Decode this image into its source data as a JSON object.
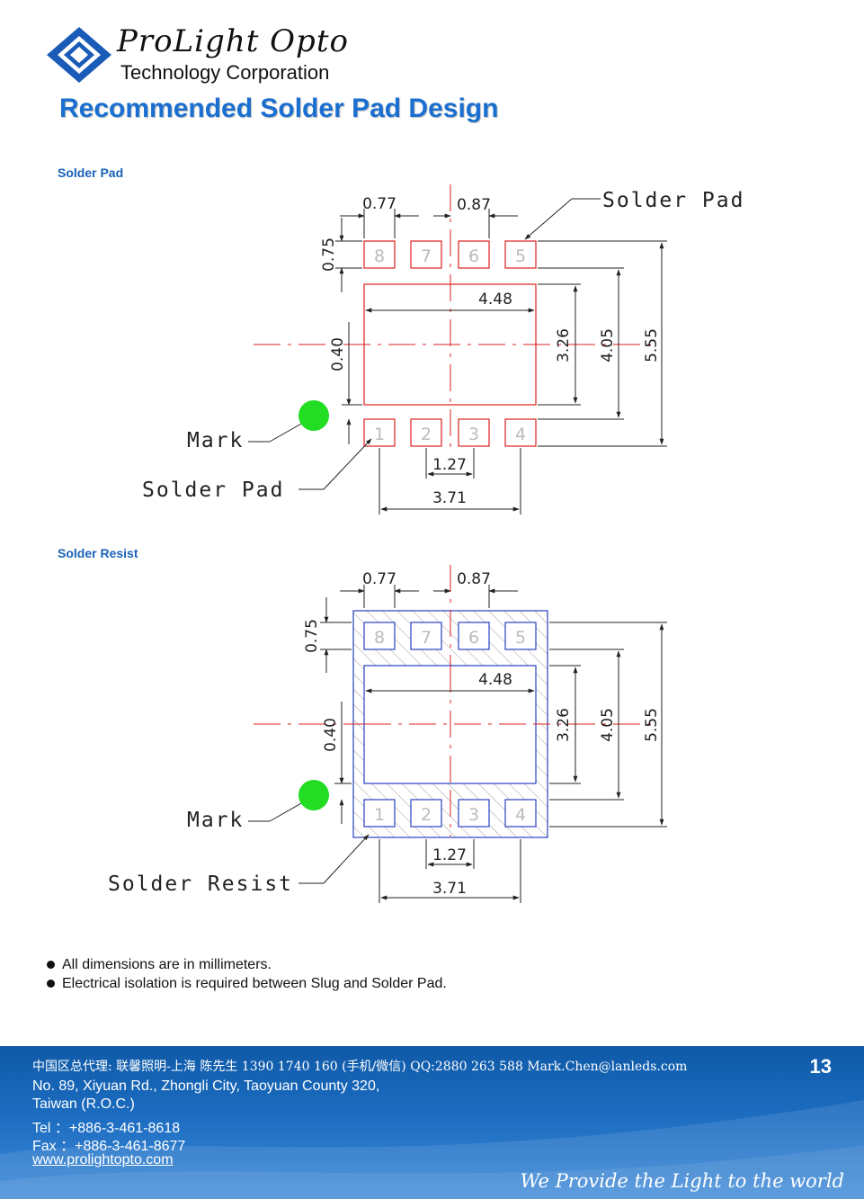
{
  "header": {
    "logo_script": "ProLight Opto",
    "logo_sub": "Technology Corporation",
    "title": "Recommended Solder Pad Design"
  },
  "sections": {
    "pad_label": "Solder Pad",
    "resist_label": "Solder Resist"
  },
  "drawing": {
    "dims": {
      "w077": "0.77",
      "w087": "0.87",
      "h075": "0.75",
      "w448": "4.48",
      "h326": "3.26",
      "h405": "4.05",
      "h555": "5.55",
      "h040": "0.40",
      "w127": "1.27",
      "w371": "3.71"
    },
    "pins_top": [
      "8",
      "7",
      "6",
      "5"
    ],
    "pins_bottom": [
      "1",
      "2",
      "3",
      "4"
    ],
    "pad_callout": "Solder Pad",
    "mark_label": "Mark",
    "resist_callout": "Solder Resist",
    "colors": {
      "pad_outline": "#e02020",
      "resist_outline": "#2a3fbf",
      "centerline": "#e02020",
      "mark": "#22dd22",
      "hatch": "#999999"
    }
  },
  "notes": [
    "All dimensions are in millimeters.",
    "Electrical isolation is required between Slug and Solder Pad."
  ],
  "footer": {
    "chinese_line": "中国区总代理: 联馨照明-上海 陈先生 1390 1740 160 (手机/微信) QQ:2880 263 588 Mark.Chen@lanleds.com",
    "address_1": "No. 89, Xiyuan Rd., Zhongli City, Taoyuan County 320,",
    "address_2": "Taiwan (R.O.C.)",
    "tel": "Tel ：+886-3-461-8618",
    "fax": "Fax ：+886-3-461-8677",
    "website": "www.prolightopto.com",
    "page_number": "13",
    "slogan": "We Provide the Light to the world"
  }
}
